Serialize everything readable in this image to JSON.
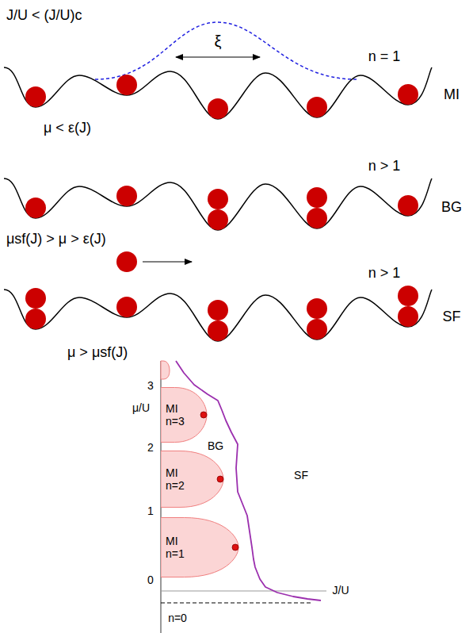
{
  "diagram": {
    "nodes": [
      {
        "text": [
          "MI",
          "n=3"
        ]
      },
      {
        "text": [
          "MI",
          "n=2"
        ]
      },
      {
        "text": [
          "MI",
          "n=1"
        ]
      }
    ],
    "labels": [
      "J/U < (J/U)c",
      "ξ",
      "n = 1",
      "MI",
      "μ < ε(J)",
      "n > 1",
      "BG",
      "μsf(J) > μ > ε(J)",
      "n > 1",
      "SF",
      "μ > μsf(J)",
      "3",
      "μ/U",
      "2",
      "1",
      "0",
      "BG",
      "SF",
      "J/U",
      "n=0"
    ]
  }
}
